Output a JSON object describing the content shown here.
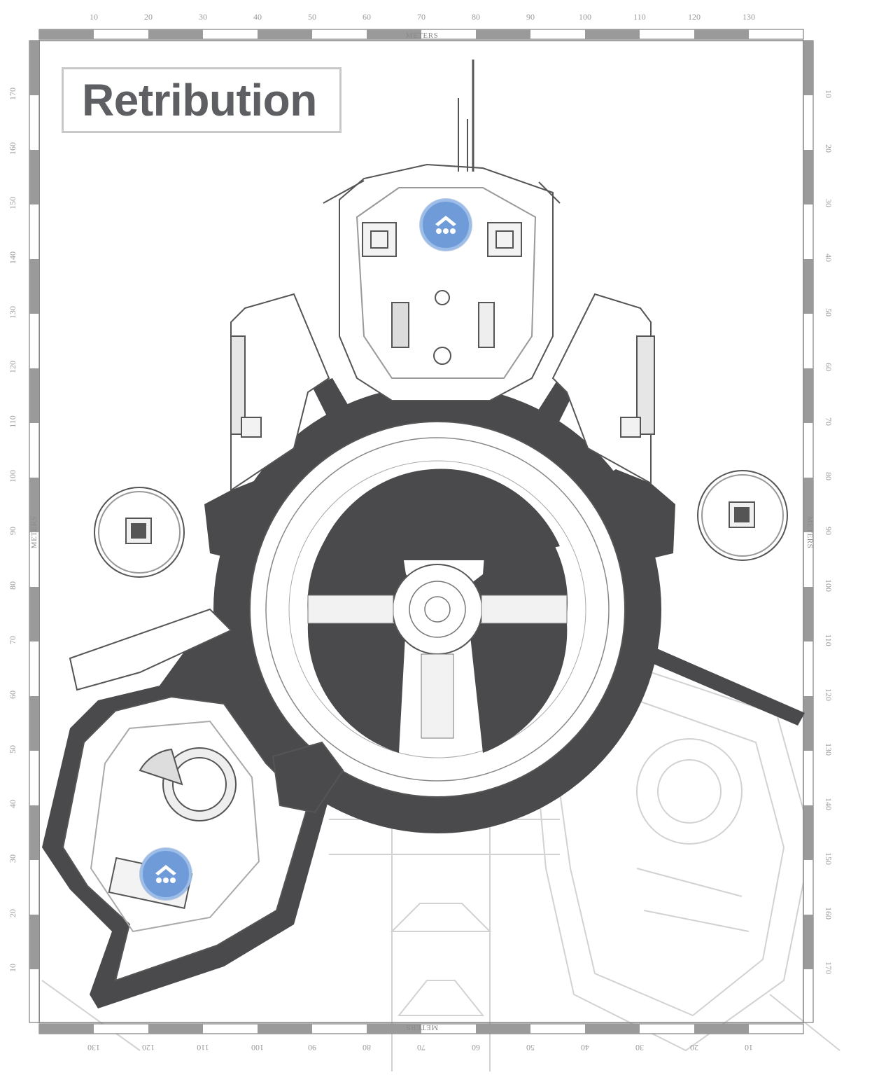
{
  "map": {
    "title": "Retribution",
    "scale_unit": "METERS",
    "top_ticks": [
      "10",
      "20",
      "30",
      "40",
      "50",
      "60",
      "70",
      "80",
      "90",
      "100",
      "110",
      "120",
      "130"
    ],
    "bottom_ticks": [
      "130",
      "120",
      "110",
      "100",
      "90",
      "80",
      "70",
      "60",
      "50",
      "40",
      "30",
      "20",
      "10"
    ],
    "left_ticks": [
      "170",
      "160",
      "150",
      "140",
      "130",
      "120",
      "110",
      "100",
      "90",
      "80",
      "70",
      "60",
      "50",
      "40",
      "30",
      "20",
      "10"
    ],
    "right_ticks": [
      "10",
      "20",
      "30",
      "40",
      "50",
      "60",
      "70",
      "80",
      "90",
      "100",
      "110",
      "120",
      "130",
      "140",
      "150",
      "160",
      "170"
    ],
    "markers": [
      {
        "name": "upper-hatch-marker",
        "icon": "hatch-icon"
      },
      {
        "name": "lower-hatch-marker",
        "icon": "hatch-icon"
      }
    ],
    "colors": {
      "floor_dark": "#4a4a4c",
      "line_art": "#6a6a6a",
      "marker_blue": "#6f9bd8",
      "title_text": "#5e5f62"
    }
  }
}
